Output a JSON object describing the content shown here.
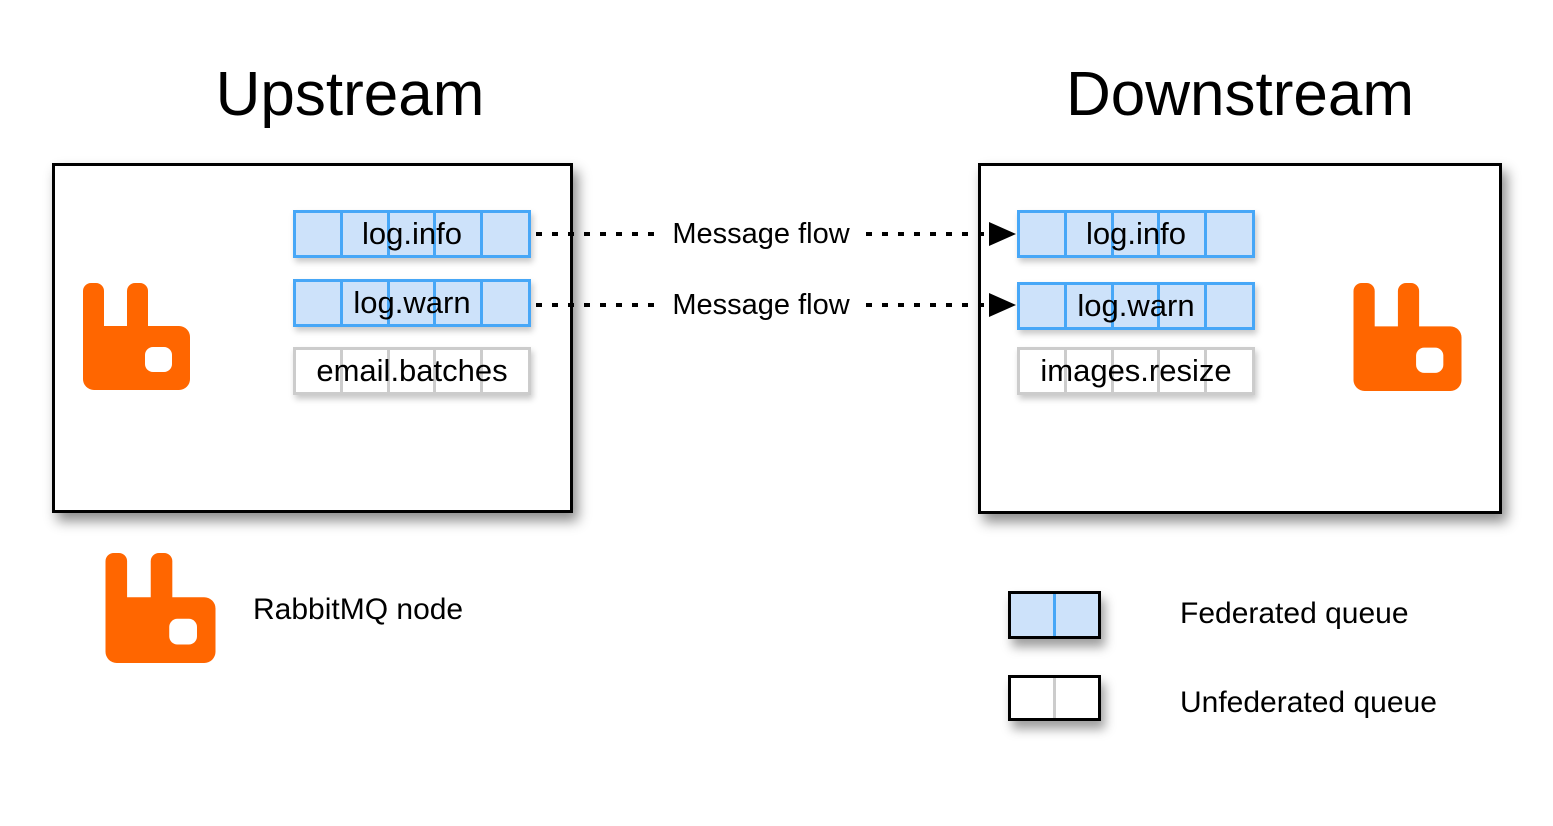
{
  "colors": {
    "background": "#ffffff",
    "rabbit_orange": "#ff6600",
    "federated_fill": "#cde2fa",
    "federated_border": "#47a7f7",
    "unfederated_fill": "#ffffff",
    "unfederated_border": "#cccccc",
    "node_border": "#000000",
    "flow_line": "#000000"
  },
  "upstream": {
    "title": "Upstream",
    "node_icon": "rabbitmq-logo",
    "queues": [
      {
        "label": "log.info",
        "federated": true
      },
      {
        "label": "log.warn",
        "federated": true
      },
      {
        "label": "email.batches",
        "federated": false
      }
    ]
  },
  "downstream": {
    "title": "Downstream",
    "node_icon": "rabbitmq-logo",
    "queues": [
      {
        "label": "log.info",
        "federated": true
      },
      {
        "label": "log.warn",
        "federated": true
      },
      {
        "label": "images.resize",
        "federated": false
      }
    ]
  },
  "flows": [
    {
      "label": "Message flow",
      "from": "upstream log.info",
      "to": "downstream log.info"
    },
    {
      "label": "Message flow",
      "from": "upstream log.warn",
      "to": "downstream log.warn"
    }
  ],
  "legend": [
    {
      "icon": "rabbitmq-logo-icon",
      "label": "RabbitMQ node"
    },
    {
      "icon": "federated-queue-swatch",
      "label": "Federated queue"
    },
    {
      "icon": "unfederated-queue-swatch",
      "label": "Unfederated queue"
    }
  ]
}
